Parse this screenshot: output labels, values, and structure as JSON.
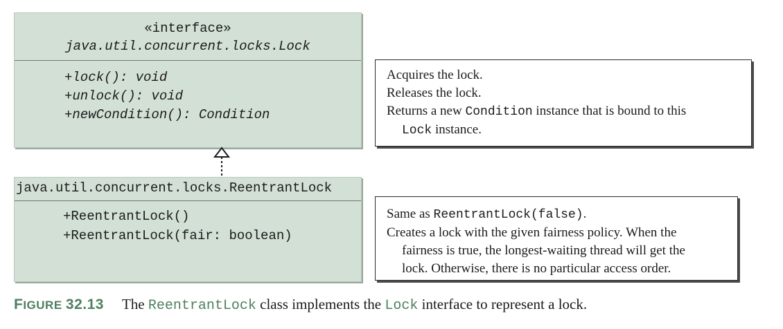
{
  "interface_box": {
    "stereotype": "«interface»",
    "name": "java.util.concurrent.locks.Lock",
    "methods": [
      "+lock(): void",
      "+unlock(): void",
      "+newCondition(): Condition"
    ]
  },
  "class_box": {
    "name": "java.util.concurrent.locks.ReentrantLock",
    "methods": [
      "+ReentrantLock()",
      "+ReentrantLock(fair: boolean)"
    ]
  },
  "interface_notes": {
    "line1": "Acquires the lock.",
    "line2": "Releases the lock.",
    "line3_pre": "Returns a new ",
    "line3_code": "Condition",
    "line3_post": " instance that is bound to this",
    "line4_code": "Lock",
    "line4_post": " instance."
  },
  "class_notes": {
    "line1_pre": "Same as ",
    "line1_code": "ReentrantLock(false)",
    "line1_post": ".",
    "line2": "Creates a lock with the given fairness policy. When the",
    "line3": "fairness is true, the longest-waiting thread will get the",
    "line4": "lock. Otherwise, there is no particular access order."
  },
  "caption": {
    "label_first": "F",
    "label_rest": "IGURE",
    "number": "32.13",
    "text_pre": "The ",
    "code1": "ReentrantLock",
    "text_mid": " class implements the ",
    "code2": "Lock",
    "text_post": " interface to represent a lock."
  },
  "colors": {
    "box_fill": "#d3e0d5",
    "caption_accent": "#4e7f5e"
  }
}
